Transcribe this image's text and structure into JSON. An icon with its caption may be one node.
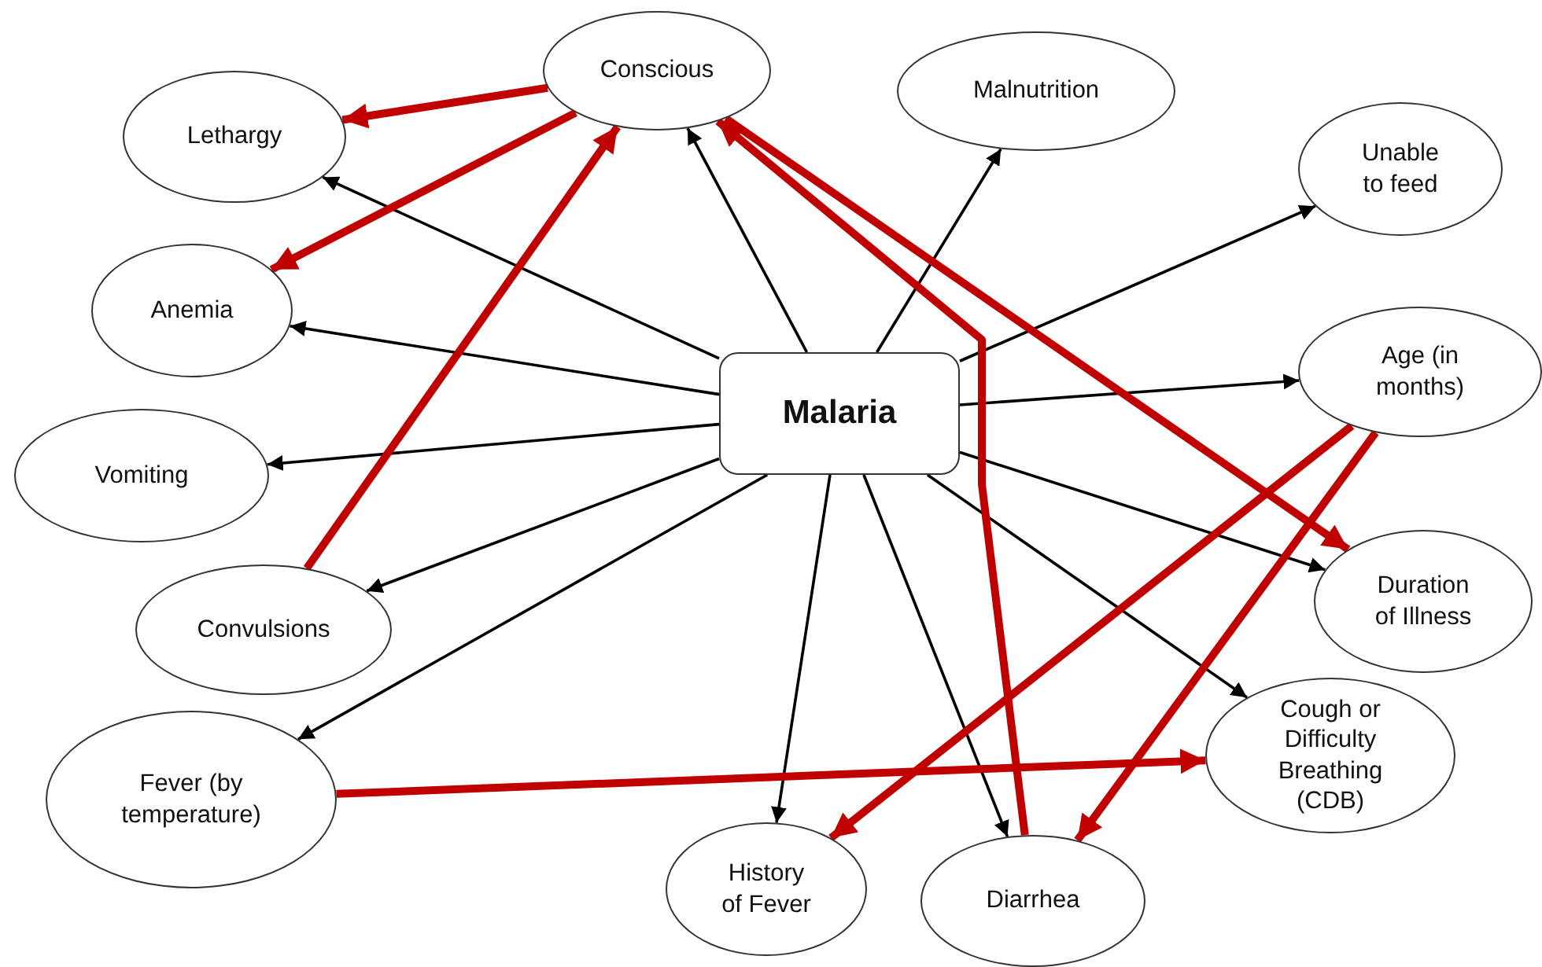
{
  "diagram": {
    "nodes": [
      {
        "text": [
          "Malaria"
        ]
      },
      {
        "text": [
          "Conscious"
        ]
      },
      {
        "text": [
          "Malnutrition"
        ]
      },
      {
        "text": [
          "Lethargy"
        ]
      },
      {
        "text": [
          "Unable to feed"
        ]
      },
      {
        "text": [
          "Anemia"
        ]
      },
      {
        "text": [
          "Age (in months)"
        ]
      },
      {
        "text": [
          "Vomiting"
        ]
      },
      {
        "text": [
          "Duration of Illness"
        ]
      },
      {
        "text": [
          "Convulsions"
        ]
      },
      {
        "text": [
          "Cough or Difficulty Breathing (CDB)"
        ]
      },
      {
        "text": [
          "Fever (by temperature)"
        ]
      },
      {
        "text": [
          "History of Fever"
        ]
      },
      {
        "text": [
          "Diarrhea"
        ]
      }
    ],
    "edges": [
      {
        "from": 0,
        "to": 1,
        "arrow": "to"
      },
      {
        "from": 0,
        "to": 2,
        "arrow": "to"
      },
      {
        "from": 0,
        "to": 3,
        "arrow": "to"
      },
      {
        "from": 0,
        "to": 4,
        "arrow": "to"
      },
      {
        "from": 0,
        "to": 5,
        "arrow": "to"
      },
      {
        "from": 0,
        "to": 6,
        "arrow": "to"
      },
      {
        "from": 0,
        "to": 7,
        "arrow": "to"
      },
      {
        "from": 0,
        "to": 8,
        "arrow": "to"
      },
      {
        "from": 0,
        "to": 9,
        "arrow": "to"
      },
      {
        "from": 0,
        "to": 10,
        "arrow": "to"
      },
      {
        "from": 0,
        "to": 11,
        "arrow": "to"
      },
      {
        "from": 0,
        "to": 12,
        "arrow": "to"
      },
      {
        "from": 0,
        "to": 13,
        "arrow": "to"
      },
      {
        "from": 1,
        "to": 3,
        "arrow": "to",
        "style": "thick",
        "color": "#c00000"
      },
      {
        "from": 1,
        "to": 5,
        "arrow": "to",
        "style": "thick",
        "color": "#c00000"
      },
      {
        "from": 9,
        "to": 1,
        "arrow": "to",
        "style": "thick",
        "color": "#c00000"
      },
      {
        "from": 13,
        "to": 1,
        "arrow": "to",
        "style": "thick",
        "color": "#c00000"
      },
      {
        "from": 1,
        "to": 8,
        "arrow": "to",
        "style": "thick",
        "color": "#c00000"
      },
      {
        "from": 6,
        "to": 12,
        "arrow": "to",
        "style": "thick",
        "color": "#c00000"
      },
      {
        "from": 6,
        "to": 13,
        "arrow": "to",
        "style": "thick",
        "color": "#c00000"
      },
      {
        "from": 11,
        "to": 10,
        "arrow": "to",
        "style": "thick",
        "color": "#c00000"
      }
    ]
  }
}
